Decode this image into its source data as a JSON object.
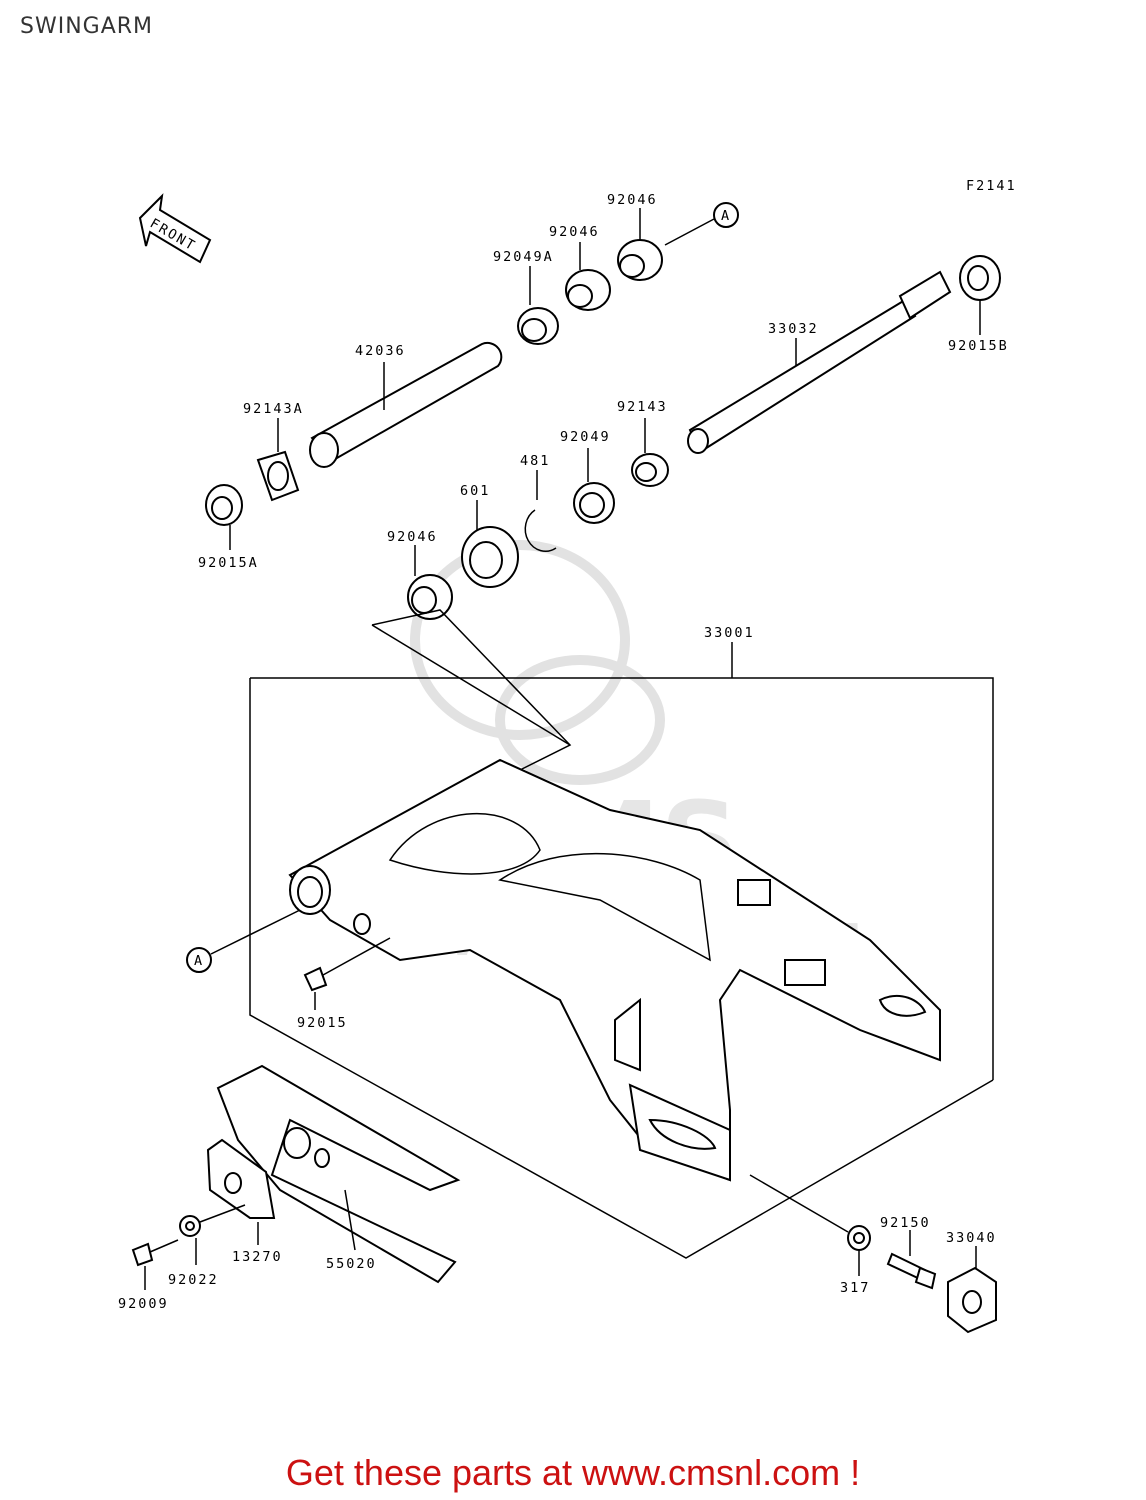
{
  "page": {
    "title": "SWINGARM",
    "footer": "Get these parts at www.cmsnl.com !"
  },
  "diagram": {
    "figure_code": "F2141",
    "front_marker": "FRONT",
    "ref_marker": "A",
    "watermark": {
      "brand": "CMS",
      "url": "WWW.CMSNL.COM"
    },
    "parts": {
      "p92046_top": "92046",
      "p92046_mid": "92046",
      "p92049A": "92049A",
      "p42036": "42036",
      "p33032": "33032",
      "p92015B": "92015B",
      "p92143A": "92143A",
      "p92143": "92143",
      "p92049": "92049",
      "p481": "481",
      "p601": "601",
      "p92046_low": "92046",
      "p92015A": "92015A",
      "p33001": "33001",
      "p92015": "92015",
      "p13270": "13270",
      "p55020": "55020",
      "p92022": "92022",
      "p92009": "92009",
      "p317": "317",
      "p92150": "92150",
      "p33040": "33040"
    }
  }
}
